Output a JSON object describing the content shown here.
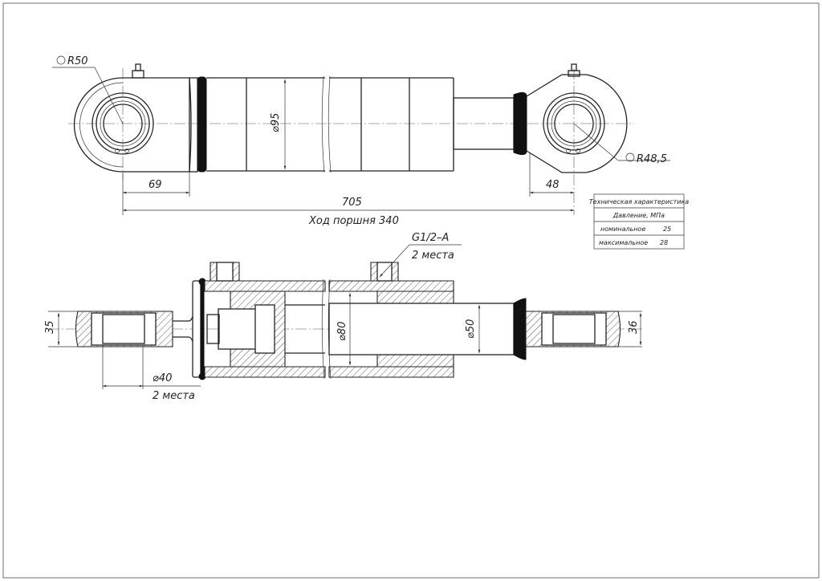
{
  "dimensions": {
    "r50": "R50",
    "r48_5": "R48,5",
    "d95": "⌀95",
    "len69": "69",
    "len48": "48",
    "len705": "705",
    "stroke": "Ход поршня 340",
    "h35": "35",
    "h36": "36",
    "d40": "⌀40",
    "d40_note": "2 места",
    "d80": "⌀80",
    "d50": "⌀50",
    "port": "G1/2–A",
    "port_note": "2 места"
  },
  "spec_table": {
    "title": "Техническая характеристика",
    "pressure": "Давление, МПа",
    "rows": [
      {
        "label": "номинальное",
        "value": "25"
      },
      {
        "label": "максимальное",
        "value": "28"
      }
    ]
  }
}
